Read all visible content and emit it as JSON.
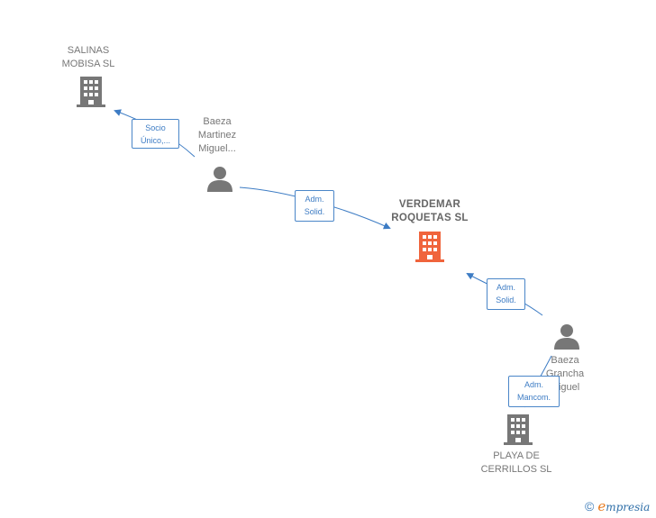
{
  "nodes": {
    "salinas": {
      "label": "SALINAS\nMOBISA SL",
      "type": "company"
    },
    "verdemar": {
      "label": "VERDEMAR\nROQUETAS SL",
      "type": "company-main"
    },
    "playa": {
      "label": "PLAYA DE\nCERRILLOS SL",
      "type": "company"
    },
    "baeza_martinez": {
      "label": "Baeza\nMartinez\nMiguel...",
      "type": "person"
    },
    "baeza_grancha": {
      "label": "Baeza\nGrancha\nMiguel",
      "type": "person"
    }
  },
  "edges": {
    "e1": {
      "label": "Socio\nÚnico,..."
    },
    "e2": {
      "label": "Adm.\nSolid."
    },
    "e3": {
      "label": "Adm.\nSolid."
    },
    "e4": {
      "label": "Adm.\nMancom."
    }
  },
  "colors": {
    "edge": "#3d7cc4",
    "node_gray": "#777777",
    "main_company": "#f0643c"
  },
  "footer": {
    "copyright": "©",
    "brand_first": "e",
    "brand_rest": "mpresia"
  }
}
